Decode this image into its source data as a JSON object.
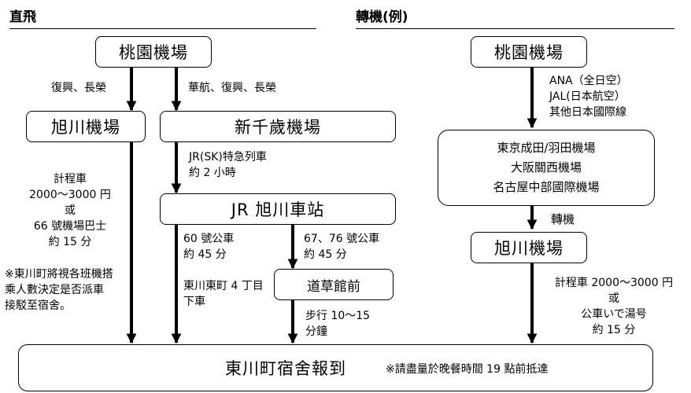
{
  "direct": {
    "title": "直飛",
    "taoyuan": "桃園機場",
    "label_left_route": "復興、長榮",
    "label_right_route": "華航、復興、長榮",
    "asahikawa_airport": "旭川機場",
    "new_chitose": "新千歲機場",
    "jr_train_line1": "JR(SK)特急列車",
    "jr_train_line2": "約 2 小時",
    "jr_station": "JR 旭川車站",
    "taxi": [
      "計程車",
      "2000～3000 円",
      "或",
      "66 號機場巴士",
      "約 15 分"
    ],
    "note": [
      "※東川町將視各班機搭",
      "乘人數決定是否派車",
      "接駁至宿舍。"
    ],
    "bus60": [
      "60 號公車",
      "約 45 分"
    ],
    "bus60_stop": [
      "東川東町 4 丁目",
      "下車"
    ],
    "bus67": [
      "67、76 號公車",
      "約 45 分"
    ],
    "michikusa": "道草館前",
    "walk": [
      "步行 10～15",
      "分鐘"
    ],
    "dormitory": "東川町宿舍報到",
    "dorm_note": "※請盡量於晚餐時間 19 點前抵達"
  },
  "transfer": {
    "title": "轉機(例)",
    "taoyuan": "桃園機場",
    "airlines": [
      "ANA（全日空）",
      "JAL(日本航空）",
      "其他日本國際線"
    ],
    "hubs": [
      "東京成田/羽田機場",
      "大阪關西機場",
      "名古屋中部國際機場"
    ],
    "transfer_label": "轉機",
    "asahikawa_airport": "旭川機場",
    "taxi": [
      "計程車 2000～3000 円",
      "或",
      "公車いで湯号",
      "約 15 分"
    ]
  }
}
